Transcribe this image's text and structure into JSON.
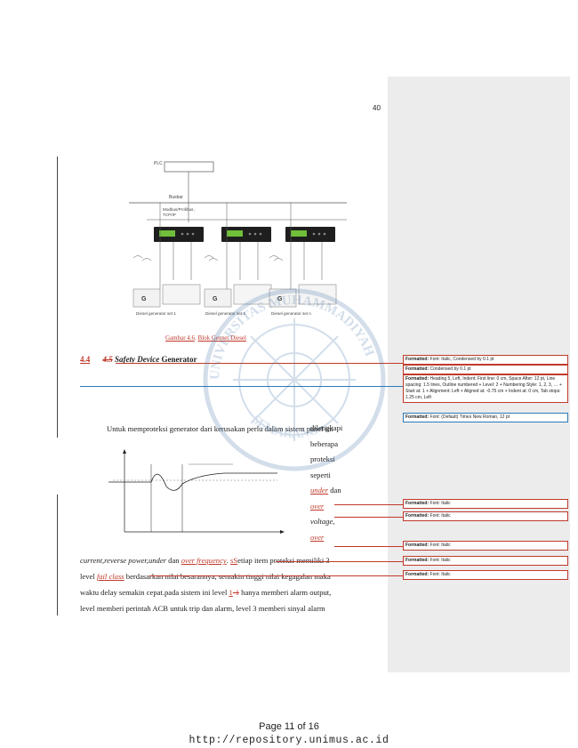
{
  "page_number_top": "40",
  "diagram": {
    "plc_label": "PLC",
    "busbar_label": "Busbar",
    "network_label": "Modbus/Profibus,",
    "network_label2": "TCP/IP",
    "set_labels": [
      "Diesel generator set 1",
      "Diesel generator set 2",
      "Diesel generator set n"
    ]
  },
  "caption": {
    "prefix": "Gambar 4.6",
    "text": "Blok Genset Diesel"
  },
  "heading": {
    "number": "4.4",
    "deleted": "4.5",
    "title_italic": "Safety Device",
    "title_rest": " Generator"
  },
  "paragraph": {
    "line1_a": "Untuk memproteksi generator",
    "line1_b": " dari kerusakan perlu dalam sistem panel ini",
    "side_words": [
      "dilengkapi",
      "beberapa",
      "proteksi",
      "seperti"
    ],
    "side_under": "under",
    "side_dan": " dan",
    "side_over": "over",
    "side_voltage": "voltage,",
    "side_over2": "over",
    "line_a_1": "current,",
    "line_a_2": "reverse power,",
    "line_a_3": "under",
    "line_a_4": " dan ",
    "line_a_5": "over frequency",
    "line_a_6": ". ",
    "line_a_7": "sS",
    "line_a_8": "etiap item proteksi memiliki 3",
    "line_b_1": "level ",
    "line_b_2": "fail class",
    "line_b_3": " berdasarkan nilai besarannya, semakin tinggi nilai kegagalan maka",
    "line_c_1": "waktu delay semakin cepat.pada sistem ini level ",
    "line_c_2": "1",
    "line_c_3": "-1",
    "line_c_4": " hanya memberi alarm output,",
    "line_d": "level memberi perintah ACB untuk trip dan alarm, level 3 memberi sinyal alarm"
  },
  "formatted_notes": [
    {
      "label": "Formatted:",
      "text": " Font: Italic, Condensed by  0.1 pt"
    },
    {
      "label": "Formatted:",
      "text": " Condensed by  0.1 pt"
    },
    {
      "label": "Formatted:",
      "text": " Heading 5, Left, Indent: First line:  0 cm, Space After:  12 pt, Line spacing:  1.5 lines, Outline numbered + Level: 2 + Numbering Style: 1, 2, 3, … + Start at: 1 + Alignment: Left + Aligned at:  -0.75 cm + Indent at:  0 cm, Tab stops:  1.25 cm, Left"
    },
    {
      "label": "Formatted:",
      "text": " Font: (Default) Times New Roman, 12 pt"
    },
    {
      "label": "Formatted:",
      "text": " Font: Italic"
    },
    {
      "label": "Formatted:",
      "text": " Font: Italic"
    },
    {
      "label": "Formatted:",
      "text": " Font: Italic"
    },
    {
      "label": "Formatted:",
      "text": " Font: Italic"
    },
    {
      "label": "Formatted:",
      "text": " Font: Italic"
    }
  ],
  "watermark": {
    "text_top": "UNIVERSITAS MUHAMMADIYAH",
    "text_bottom": "SEMARANG"
  },
  "footer": {
    "page": "Page 11 of 16",
    "url": "http://repository.unimus.ac.id"
  },
  "colors": {
    "revision_red": "#c0392b",
    "revision_blue": "#2b7bb9",
    "margin_pane": "#ececec"
  }
}
